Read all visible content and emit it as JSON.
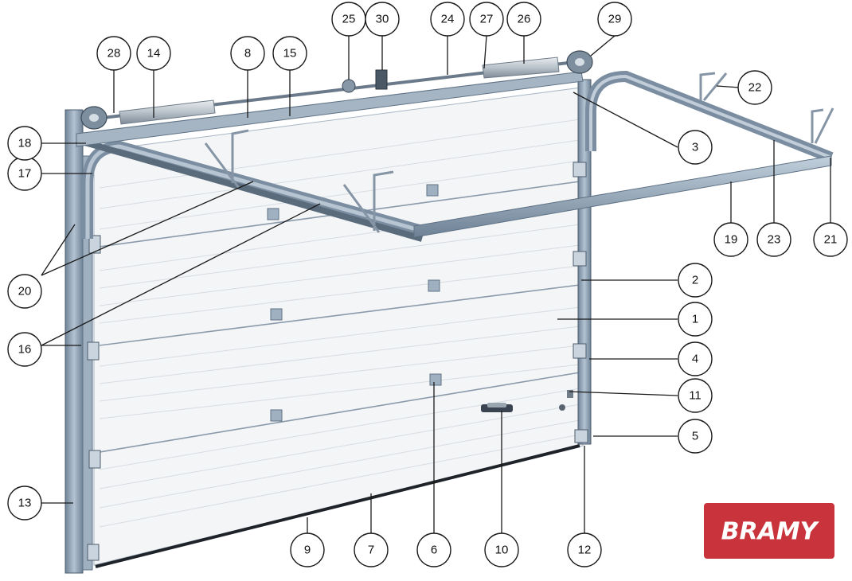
{
  "brand": {
    "text": "BRAMY",
    "bg_color": "#c9343c",
    "text_color": "#ffffff"
  },
  "colors": {
    "frame": "#8da2b6",
    "frame_dark": "#5f7285",
    "panel": "#f3f5f7",
    "panel_line": "#d3d9df"
  },
  "callouts": [
    {
      "id": "c1",
      "label": "1"
    },
    {
      "id": "c2",
      "label": "2"
    },
    {
      "id": "c3",
      "label": "3"
    },
    {
      "id": "c4",
      "label": "4"
    },
    {
      "id": "c5",
      "label": "5"
    },
    {
      "id": "c6",
      "label": "6"
    },
    {
      "id": "c7",
      "label": "7"
    },
    {
      "id": "c8",
      "label": "8"
    },
    {
      "id": "c9",
      "label": "9"
    },
    {
      "id": "c10",
      "label": "10"
    },
    {
      "id": "c11",
      "label": "11"
    },
    {
      "id": "c12",
      "label": "12"
    },
    {
      "id": "c13",
      "label": "13"
    },
    {
      "id": "c14",
      "label": "14"
    },
    {
      "id": "c15",
      "label": "15"
    },
    {
      "id": "c16",
      "label": "16"
    },
    {
      "id": "c17",
      "label": "17"
    },
    {
      "id": "c18",
      "label": "18"
    },
    {
      "id": "c19",
      "label": "19"
    },
    {
      "id": "c20",
      "label": "20"
    },
    {
      "id": "c21",
      "label": "21"
    },
    {
      "id": "c22",
      "label": "22"
    },
    {
      "id": "c23",
      "label": "23"
    },
    {
      "id": "c24",
      "label": "24"
    },
    {
      "id": "c25",
      "label": "25"
    },
    {
      "id": "c26",
      "label": "26"
    },
    {
      "id": "c27",
      "label": "27"
    },
    {
      "id": "c28",
      "label": "28"
    },
    {
      "id": "c29",
      "label": "29"
    },
    {
      "id": "c30",
      "label": "30"
    }
  ]
}
